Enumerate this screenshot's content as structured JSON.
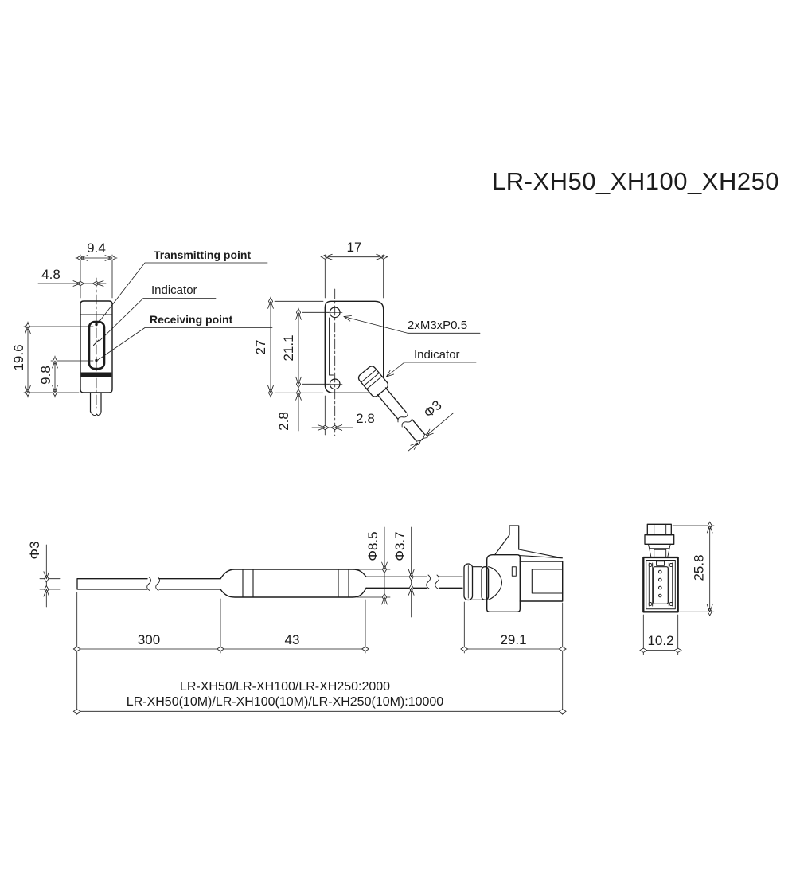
{
  "title": "LR-XH50_XH100_XH250",
  "front_view": {
    "dim_width": "9.4",
    "dim_beam_offset": "4.8",
    "dim_height_to_tx": "19.6",
    "dim_height_to_rx": "9.8",
    "label_transmitting": "Transmitting point",
    "label_indicator": "Indicator",
    "label_receiving": "Receiving point"
  },
  "side_view": {
    "dim_width": "17",
    "dim_height": "27",
    "dim_hole_pitch": "21.1",
    "dim_hole_offset_v": "2.8",
    "dim_hole_offset_h": "2.8",
    "label_thread": "2xM3xP0.5",
    "label_indicator": "Indicator",
    "dim_cable_dia": "Φ3"
  },
  "cable_view": {
    "dim_cable_dia": "Φ3",
    "dim_sleeve_dia": "Φ8.5",
    "dim_lead_dia": "Φ3.7",
    "dim_cable_len": "300",
    "dim_sleeve_len": "43",
    "dim_connector_len": "29.1",
    "dim_connector_height": "25.8",
    "dim_connector_width": "10.2",
    "overall_line1": "LR-XH50/LR-XH100/LR-XH250:2000",
    "overall_line2": "LR-XH50(10M)/LR-XH100(10M)/LR-XH250(10M):10000"
  }
}
